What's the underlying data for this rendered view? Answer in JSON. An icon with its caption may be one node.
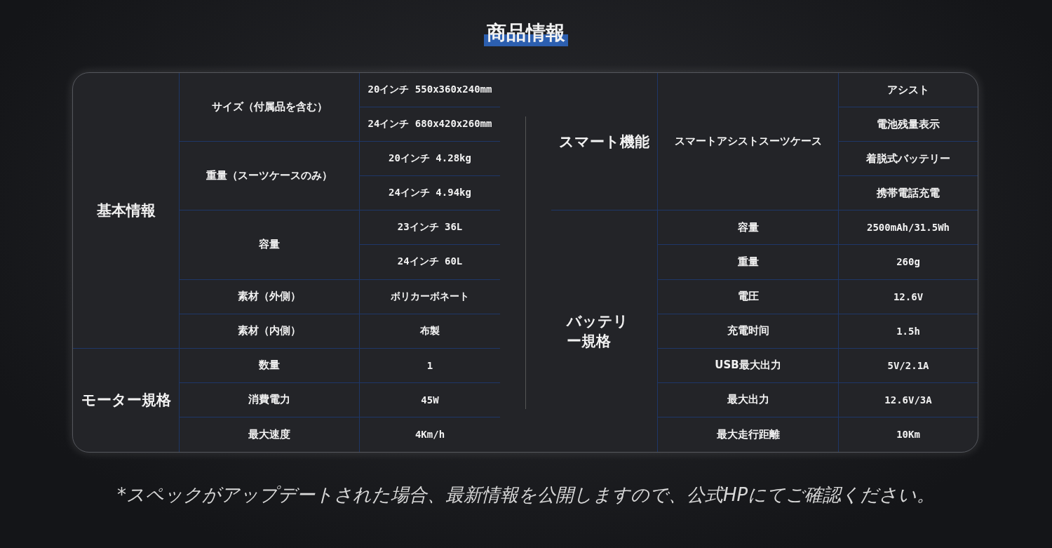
{
  "diagram": {
    "title": "商品情報",
    "caption": "*スペックがアップデートされた場合、最新情報を公開しますので、公式HPにてご確認ください。",
    "labels": [
      "基本情報",
      "サイズ（付属品を含む）",
      "20インチ 550x360x240mm",
      "24インチ 680x420x260mm",
      "重量（スーツケースのみ）",
      "20インチ 4.28kg",
      "24インチ 4.94kg",
      "容量",
      "23インチ 36L",
      "24インチ 60L",
      "素材（外側）",
      "ボリカーボネート",
      "素材（内側）",
      "布製",
      "モーター規格",
      "数量",
      "1",
      "消費電力",
      "45W",
      "最大速度",
      "4Km/h",
      "スマート機能",
      "スマートアシストスーツケース",
      "アシスト",
      "電池残量表示",
      "着脱式バッテリー",
      "携帯電話充電",
      "バッテリー規格",
      "容量",
      "2500mAh/31.5Wh",
      "重量",
      "260g",
      "電圧",
      "12.6V",
      "充電时间",
      "1.5h",
      "USB最大出力",
      "5V/2.1A",
      "最大出力",
      "12.6V/3A",
      "最大走行距離",
      "10Km"
    ]
  }
}
